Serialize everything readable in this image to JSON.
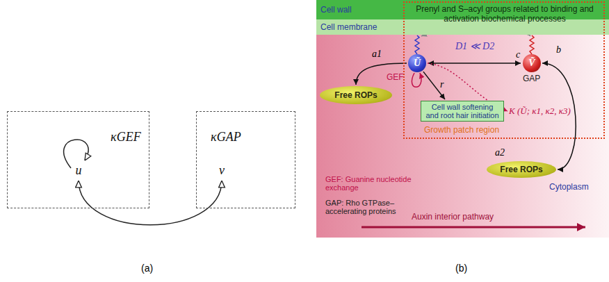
{
  "diagram": {
    "nodes": [
      {
        "text": [
          "κGEF"
        ]
      },
      {
        "text": [
          "u"
        ],
        "in": 0
      },
      {
        "text": [
          "κGAP"
        ]
      },
      {
        "text": [
          "v"
        ],
        "in": 2
      },
      {
        "text": [
          "Cell wall"
        ]
      },
      {
        "text": [
          "Cell membrane"
        ]
      },
      {
        "text": [
          "Prenyl and S–acyl groups related to binding and activation biochemical processes",
          "Growth patch region"
        ]
      },
      {
        "text": [
          "Ũ"
        ],
        "in": 6
      },
      {
        "text": [
          "Ṽ"
        ],
        "in": 6
      },
      {
        "text": [
          "Cell wall softening and root hair initiation"
        ],
        "in": 6
      },
      {
        "text": [
          "K (Ũ; κ1, κ2, κ3)"
        ],
        "in": 6
      },
      {
        "text": [
          "Free ROPs"
        ]
      },
      {
        "text": [
          "Free ROPs"
        ]
      }
    ],
    "edges": [
      {
        "from": 1,
        "to": 1,
        "arrow": "to"
      },
      {
        "from": 3,
        "to": 1,
        "arrow": "both"
      },
      {
        "from": 7,
        "to": 8,
        "label": "c",
        "arrow": "both"
      },
      {
        "from": 7,
        "to": 7,
        "arrow": "to"
      },
      {
        "from": 7,
        "to": 11,
        "arrow": "to"
      },
      {
        "from": 7,
        "to": 9,
        "label": "r",
        "arrow": "to"
      },
      {
        "from": 7,
        "to": 10,
        "arrow": "to"
      },
      {
        "from": 8,
        "to": 12,
        "label": "b",
        "arrow": "both"
      }
    ],
    "labels": [
      "(a)",
      "(b)",
      "D1 ≪ D2",
      "GEF",
      "GAP",
      "a1",
      "a2",
      "GEF: Guanine nucleotide exchange",
      "GAP: Rho GTPase–accelerating proteins",
      "Cytoplasm",
      "Auxin interior pathway"
    ]
  }
}
